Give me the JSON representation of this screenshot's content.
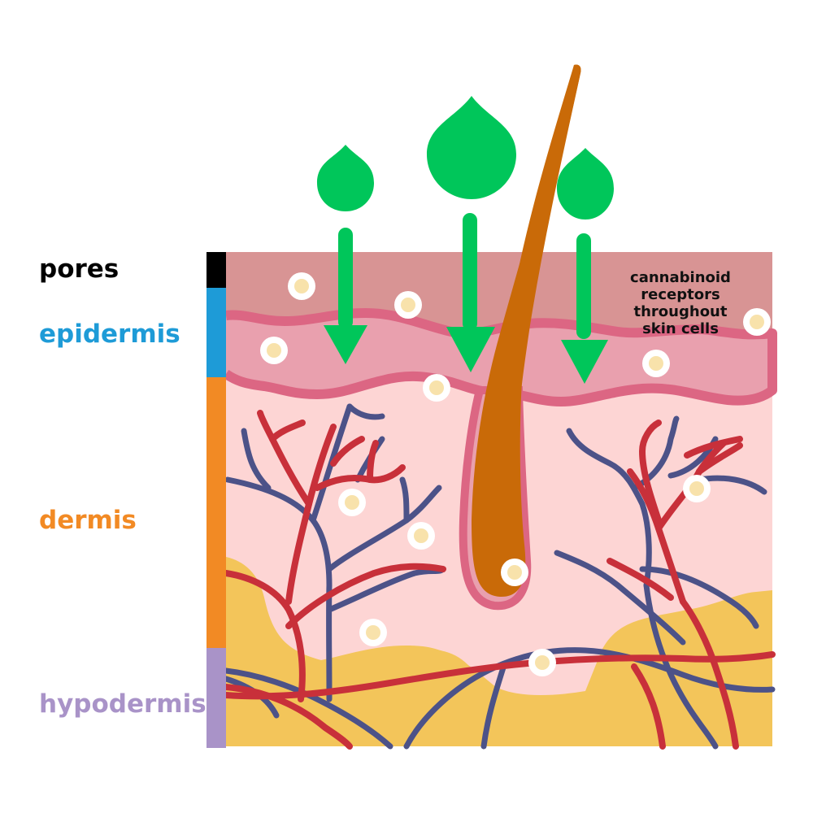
{
  "layers": [
    {
      "key": "pores",
      "label": "pores",
      "color": "#000000"
    },
    {
      "key": "epidermis",
      "label": "epidermis",
      "color": "#1e9bd7"
    },
    {
      "key": "dermis",
      "label": "dermis",
      "color": "#f28a24"
    },
    {
      "key": "hypodermis",
      "label": "hypodermis",
      "color": "#a993c8"
    }
  ],
  "annotation": {
    "lines": [
      "cannabinoid",
      "receptors",
      "throughout",
      "skin cells"
    ]
  },
  "colors": {
    "pore_layer": "#d89494",
    "epidermis": "#e9a0ae",
    "epidermis_edge": "#dc6683",
    "dermis": "#fdd5d4",
    "fat": "#f3c55a",
    "artery": "#c8303a",
    "vein": "#4c5288",
    "hair": "#c96a08",
    "drop": "#00c65a",
    "receptor_outer": "#ffffff",
    "receptor_inner": "#f8e2ab"
  },
  "icons": [
    "cannabinoid-drop-icon",
    "down-arrow-icon",
    "receptor-cell-icon",
    "hair-icon"
  ]
}
